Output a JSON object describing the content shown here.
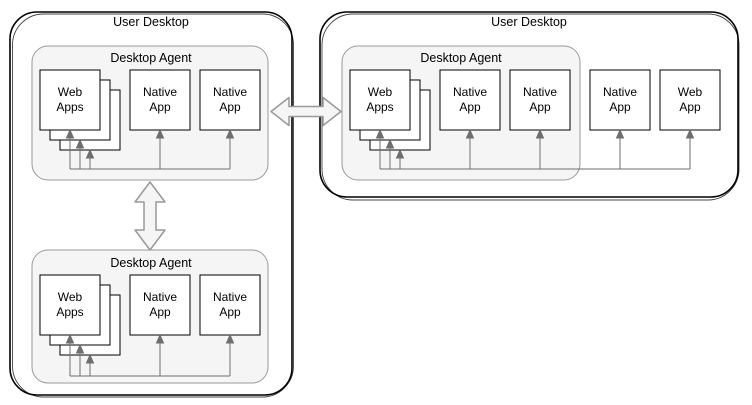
{
  "left_desktop": {
    "title": "User Desktop",
    "top_agent": {
      "title": "Desktop Agent",
      "web_apps_label": "Web\nApps",
      "native_app_1_label": "Native\nApp",
      "native_app_2_label": "Native\nApp"
    },
    "bottom_agent": {
      "title": "Desktop Agent",
      "web_apps_label": "Web\nApps",
      "native_app_1_label": "Native\nApp",
      "native_app_2_label": "Native\nApp"
    }
  },
  "right_desktop": {
    "title": "User Desktop",
    "agent": {
      "title": "Desktop Agent",
      "web_apps_label": "Web\nApps",
      "native_app_1_label": "Native\nApp",
      "native_app_2_label": "Native\nApp"
    },
    "external_native_app_label": "Native\nApp",
    "external_web_app_label": "Web\nApp"
  },
  "colors": {
    "background": "#ffffff",
    "outer_border": "#000000",
    "agent_fill": "#f5f5f5",
    "agent_border": "#999999",
    "box_fill": "#ffffff",
    "box_border": "#000000",
    "connector": "#6e6e6e",
    "big_arrow_fill": "#f5f5f5",
    "big_arrow_stroke": "#999999"
  }
}
